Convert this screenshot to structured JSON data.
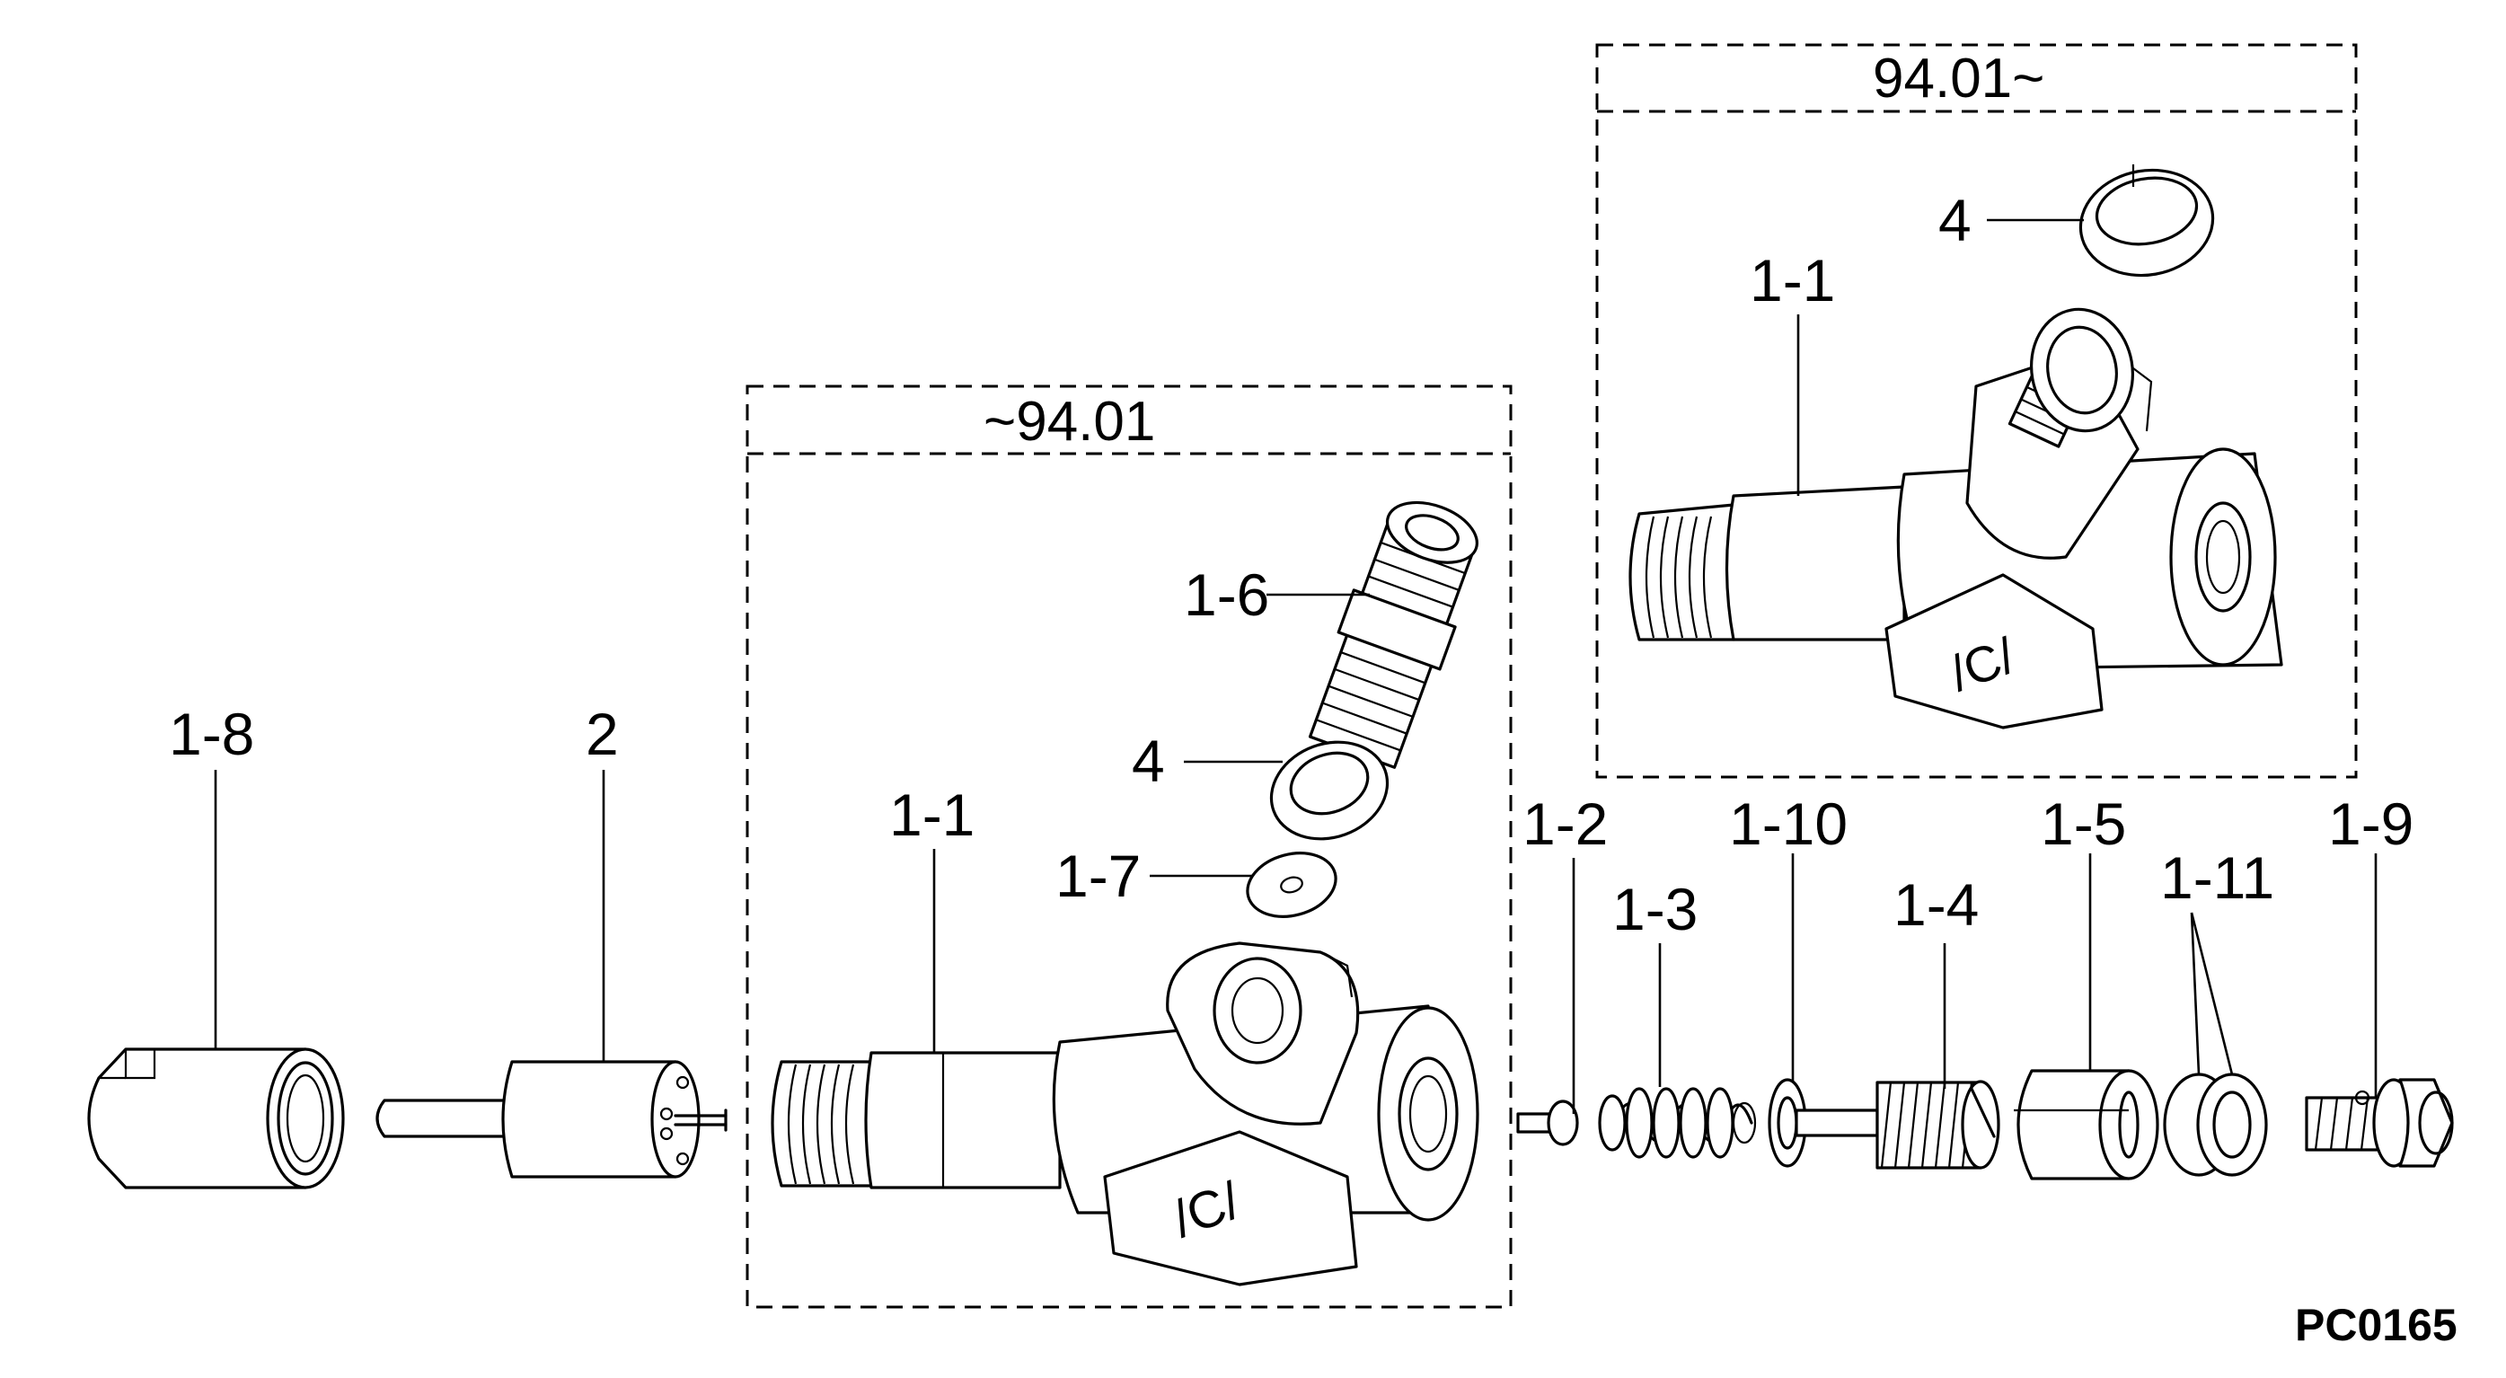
{
  "drawing_code": "PC0165",
  "boxes": {
    "early": {
      "header": "~94.01"
    },
    "late": {
      "header": "94.01~"
    }
  },
  "labels": {
    "nut_1_8": "1-8",
    "nozzle_2": "2",
    "body_1_1_early": "1-1",
    "fitting_1_6": "1-6",
    "washer_4_early": "4",
    "washer_1_7": "1-7",
    "pin_1_2": "1-2",
    "spring_1_3": "1-3",
    "spindle_1_10": "1-10",
    "spring_1_4": "1-4",
    "sleeve_1_5": "1-5",
    "shim_1_11": "1-11",
    "cap_1_9": "1-9",
    "washer_4_late": "4",
    "body_1_1_late": "1-1"
  }
}
